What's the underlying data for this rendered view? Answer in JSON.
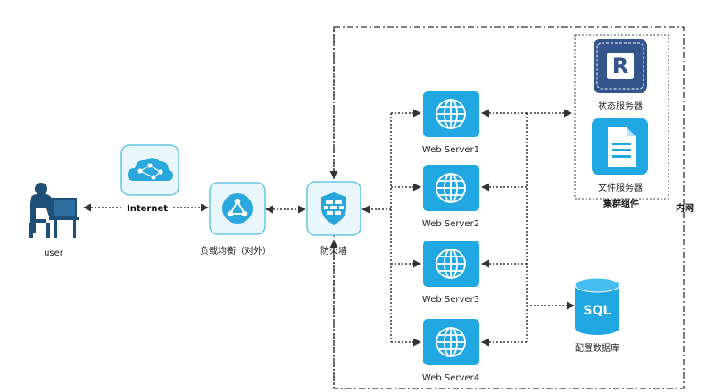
{
  "diagram": {
    "nodes": {
      "user": {
        "label": "user",
        "icon": "user-at-computer-icon"
      },
      "internet": {
        "label": "Internet",
        "icon": "cloud-network-icon"
      },
      "load_balancer": {
        "label": "负载均衡（对外）",
        "icon": "load-balancer-icon"
      },
      "firewall": {
        "label": "防火墙",
        "icon": "firewall-shield-icon"
      },
      "web_server_1": {
        "label": "Web Server1",
        "icon": "globe-icon"
      },
      "web_server_2": {
        "label": "Web Server2",
        "icon": "globe-icon"
      },
      "web_server_3": {
        "label": "Web Server3",
        "icon": "globe-icon"
      },
      "web_server_4": {
        "label": "Web Server4",
        "icon": "globe-icon"
      },
      "state_server": {
        "label": "状态服务器",
        "icon": "redis-r-icon"
      },
      "file_server": {
        "label": "文件服务器",
        "icon": "document-icon"
      },
      "config_db": {
        "label": "配置数据库",
        "icon": "sql-database-icon"
      }
    },
    "groups": {
      "cluster": {
        "label": "集群组件"
      },
      "intranet": {
        "label": "内网"
      }
    },
    "db_badge": "SQL",
    "redis_letter": "R"
  },
  "colors": {
    "tile_bg": "#e9f6fb",
    "tile_border": "#66c6e6",
    "icon_blue": "#2aa8de",
    "web_tile_blue": "#21a7e2",
    "user_navy": "#1e4f77",
    "redis_navy": "#34558c",
    "line": "#3c3c3c"
  }
}
